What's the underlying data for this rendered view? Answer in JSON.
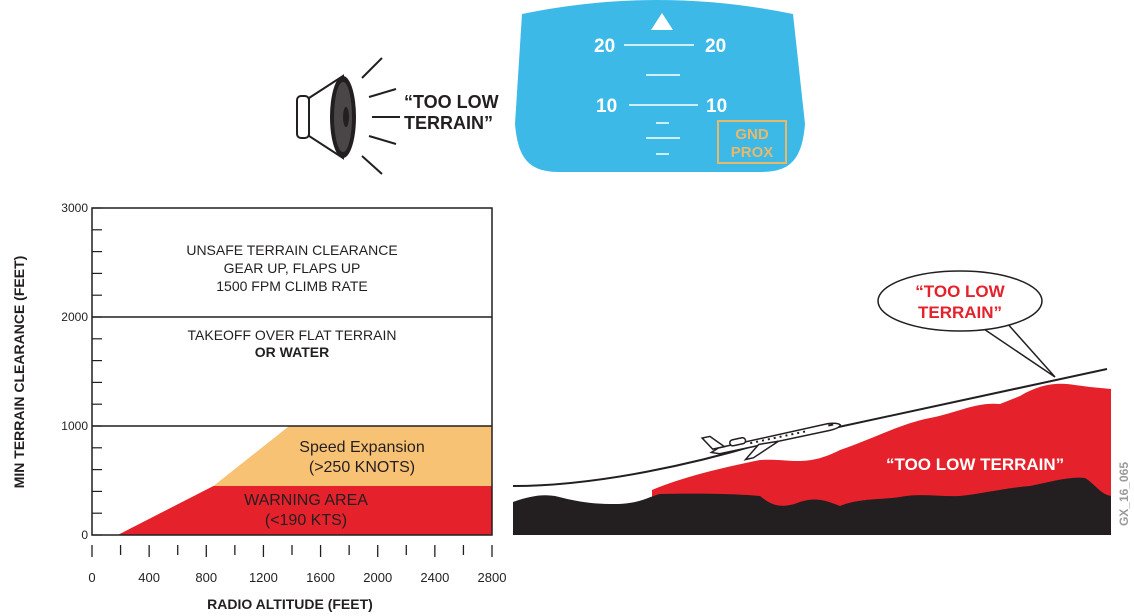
{
  "colors": {
    "sky": "#3DB9E8",
    "warning_red": "#E5212B",
    "speed_orange": "#F8C275",
    "gnd_prox_tan": "#E9B96A",
    "terrain_black": "#231F20",
    "line": "#231F20"
  },
  "audio": {
    "icon": "speaker-icon",
    "callout_line1": "“TOO LOW",
    "callout_line2": "TERRAIN”"
  },
  "pfd": {
    "pitch_upper_left": "20",
    "pitch_upper_right": "20",
    "pitch_lower_left": "10",
    "pitch_lower_right": "10",
    "annunciator_line1": "GND",
    "annunciator_line2": "PROX"
  },
  "chart_data": {
    "type": "area",
    "ylabel": "MIN TERRAIN CLEARANCE (FEET)",
    "xlabel": "RADIO ALTITUDE (FEET)",
    "xlim": [
      0,
      2800
    ],
    "ylim": [
      0,
      3000
    ],
    "xticks": [
      0,
      400,
      800,
      1200,
      1600,
      2000,
      2400,
      2800
    ],
    "xtick_labels": [
      "0",
      "400",
      "800",
      "1200",
      "1600",
      "2000",
      "2400",
      "2800"
    ],
    "ytick_labels": [
      {
        "value": 0,
        "label": "0"
      },
      {
        "value": 1000,
        "label": "1000"
      },
      {
        "value": 2000,
        "label": "2000"
      },
      {
        "value": 3000,
        "label": "3000"
      }
    ],
    "boundaries": [
      1000,
      2000
    ],
    "regions": [
      {
        "lines": [
          "UNSAFE TERRAIN CLEARANCE",
          "GEAR UP, FLAPS UP",
          "1500 FPM CLIMB RATE"
        ]
      },
      {
        "lines": [
          "TAKEOFF OVER FLAT TERRAIN",
          "OR WATER"
        ]
      }
    ],
    "warning_area": {
      "lines": [
        "WARNING AREA",
        "(<190 KTS)"
      ],
      "polygon": [
        [
          180,
          0
        ],
        [
          850,
          450
        ],
        [
          2800,
          450
        ],
        [
          2800,
          0
        ]
      ]
    },
    "speed_expansion": {
      "lines": [
        "Speed Expansion",
        "(>250 KNOTS)"
      ],
      "polygon": [
        [
          850,
          450
        ],
        [
          1380,
          1000
        ],
        [
          2800,
          1000
        ],
        [
          2800,
          450
        ]
      ]
    }
  },
  "scene": {
    "bubble_line1": "“TOO LOW",
    "bubble_line2": "TERRAIN”",
    "terrain_label": "“TOO LOW TERRAIN”",
    "aircraft_icon": "aircraft-icon"
  },
  "figure_id": "GX_16_065"
}
